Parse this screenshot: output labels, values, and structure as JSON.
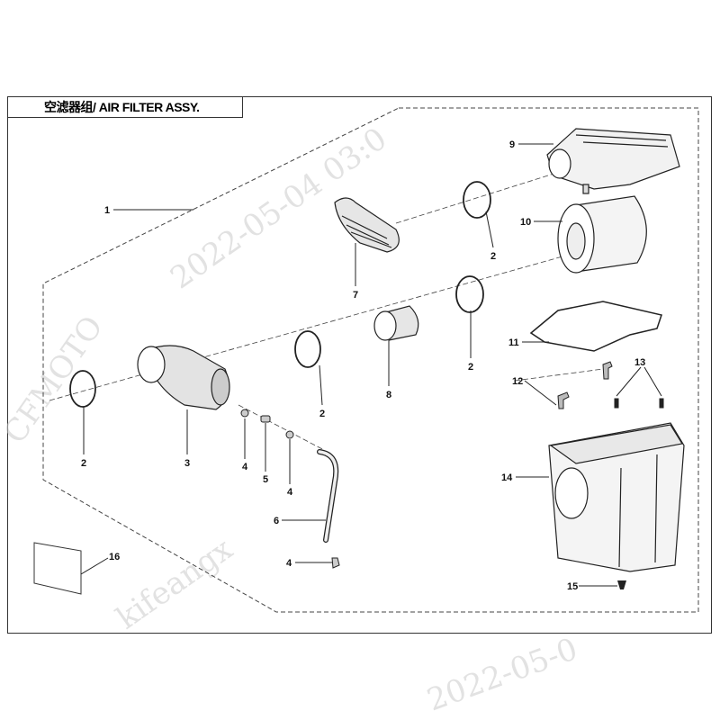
{
  "title": "空滤器组/ AIR FILTER ASSY.",
  "watermarks": [
    "2022-05-04 03:0",
    "kifeangx",
    "CFMOTO",
    "2022-05-0"
  ],
  "callouts": {
    "c1": "1",
    "c9": "9",
    "c2a": "2",
    "c10": "10",
    "c7": "7",
    "c2b": "2",
    "c11": "11",
    "c8": "8",
    "c2c": "2",
    "c12": "12",
    "c13": "13",
    "c14": "14",
    "c2d": "2",
    "c3": "3",
    "c4a": "4",
    "c5": "5",
    "c4b": "4",
    "c6": "6",
    "c4c": "4",
    "c16": "16",
    "c15": "15"
  }
}
